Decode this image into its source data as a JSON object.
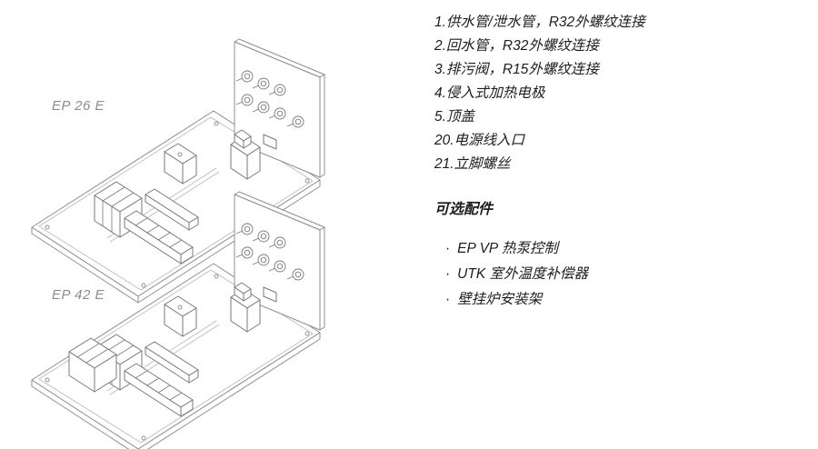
{
  "colors": {
    "background": "#ffffff",
    "text": "#1d1d1d",
    "model_label": "#8d8d8d",
    "line_art": "#8f8f8f"
  },
  "diagrams": [
    {
      "label": "EP 26 E"
    },
    {
      "label": "EP 42 E"
    }
  ],
  "parts_list": {
    "items": [
      "1.供水管/泄水管，R32外螺纹连接",
      "2.回水管，R32外螺纹连接",
      "3.排污阀，R15外螺纹连接",
      "4.侵入式加热电极",
      "5.顶盖",
      "20.电源线入口",
      "21.立脚螺丝"
    ]
  },
  "accessories": {
    "title": "可选配件",
    "bullet": "·",
    "items": [
      "EP VP 热泵控制",
      "UTK 室外温度补偿器",
      "壁挂炉安装架"
    ]
  }
}
